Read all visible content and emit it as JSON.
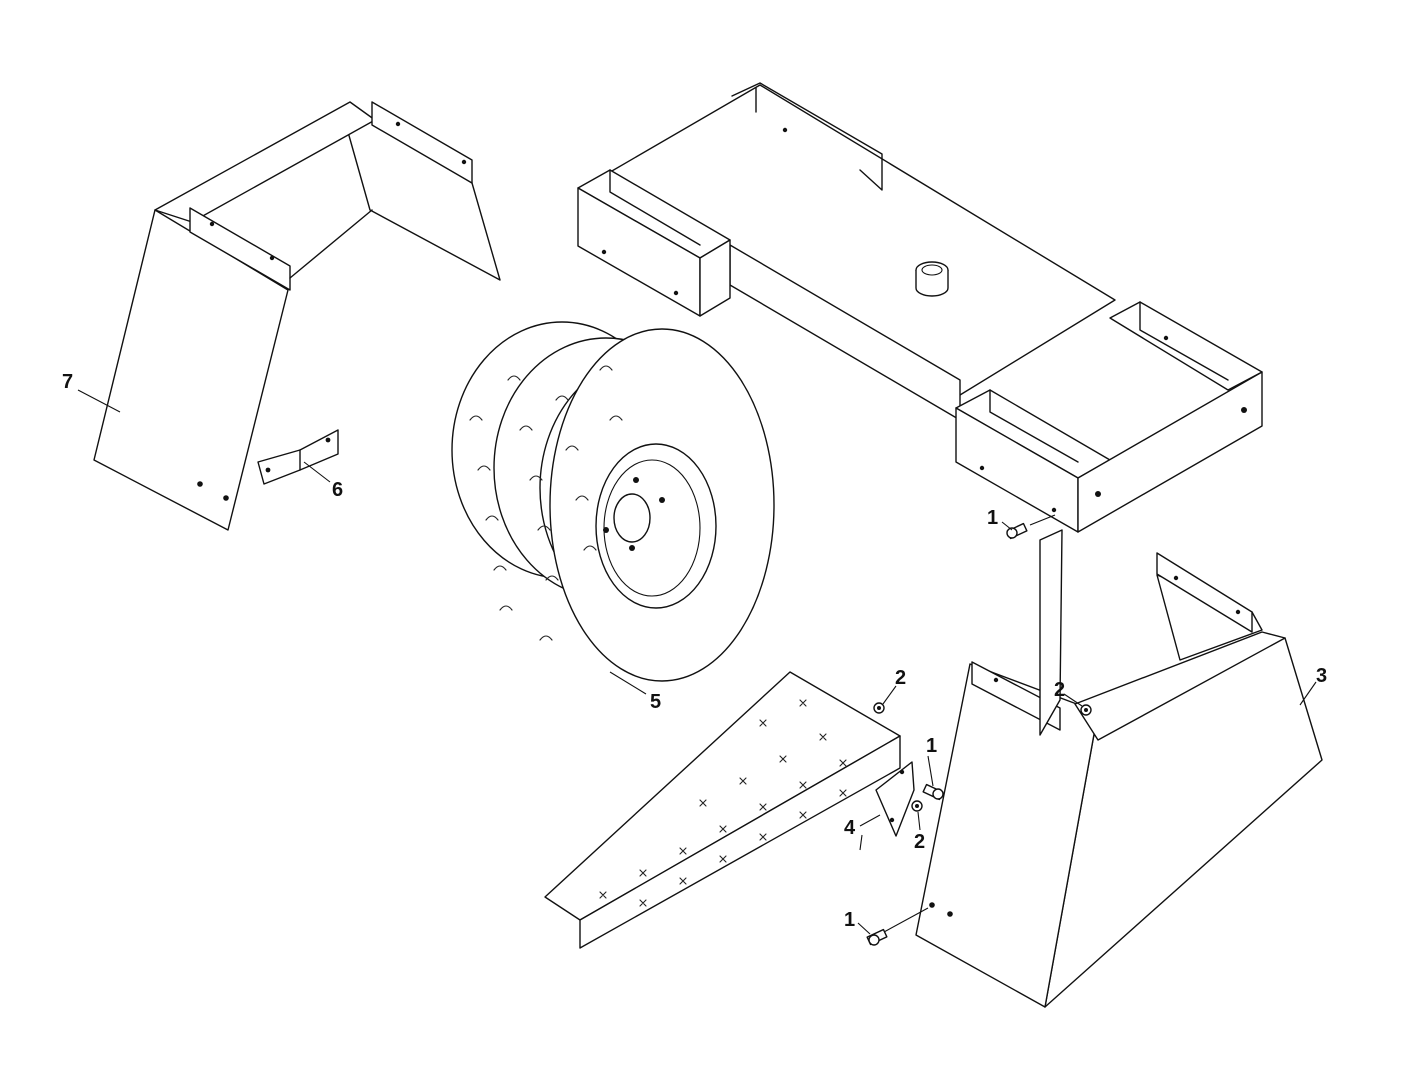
{
  "diagram": {
    "callouts": [
      {
        "id": "c1a",
        "label": "1",
        "part": "bolt"
      },
      {
        "id": "c1b",
        "label": "1",
        "part": "bolt"
      },
      {
        "id": "c1c",
        "label": "1",
        "part": "bolt"
      },
      {
        "id": "c2a",
        "label": "2",
        "part": "nut"
      },
      {
        "id": "c2b",
        "label": "2",
        "part": "nut"
      },
      {
        "id": "c2c",
        "label": "2",
        "part": "nut"
      },
      {
        "id": "c3",
        "label": "3",
        "part": "right-fender"
      },
      {
        "id": "c4",
        "label": "4",
        "part": "step-bracket"
      },
      {
        "id": "c5",
        "label": "5",
        "part": "wheel"
      },
      {
        "id": "c6",
        "label": "6",
        "part": "fender-bracket"
      },
      {
        "id": "c7",
        "label": "7",
        "part": "left-fender"
      }
    ]
  },
  "colors": {
    "line": "#111111",
    "background": "#ffffff"
  }
}
